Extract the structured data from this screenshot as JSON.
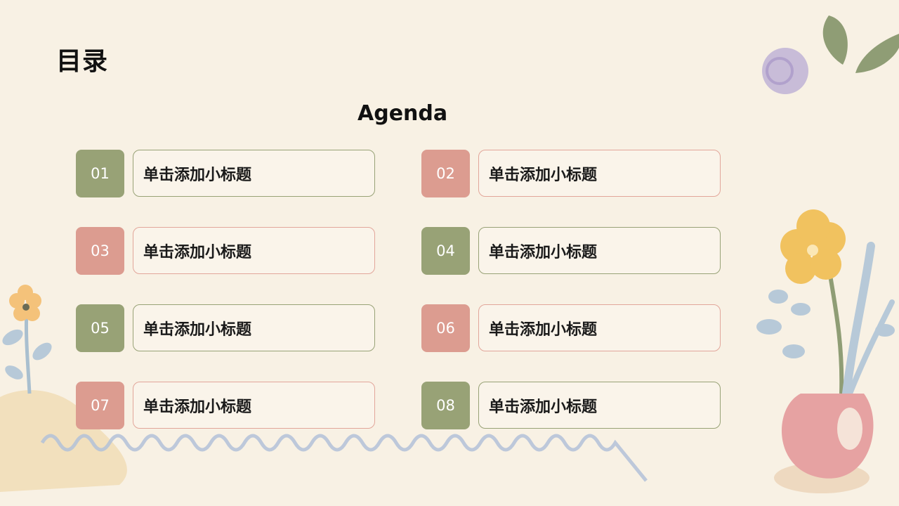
{
  "header": {
    "title": "目录",
    "subtitle": "Agenda"
  },
  "items": [
    {
      "num": "01",
      "label": "单击添加小标题",
      "color": "green"
    },
    {
      "num": "02",
      "label": "单击添加小标题",
      "color": "pink"
    },
    {
      "num": "03",
      "label": "单击添加小标题",
      "color": "pink"
    },
    {
      "num": "04",
      "label": "单击添加小标题",
      "color": "green"
    },
    {
      "num": "05",
      "label": "单击添加小标题",
      "color": "green"
    },
    {
      "num": "06",
      "label": "单击添加小标题",
      "color": "pink"
    },
    {
      "num": "07",
      "label": "单击添加小标题",
      "color": "pink"
    },
    {
      "num": "08",
      "label": "单击添加小标题",
      "color": "green"
    }
  ],
  "colors": {
    "background": "#f8f1e4",
    "green": "#98a276",
    "pink": "#dc9c90"
  }
}
